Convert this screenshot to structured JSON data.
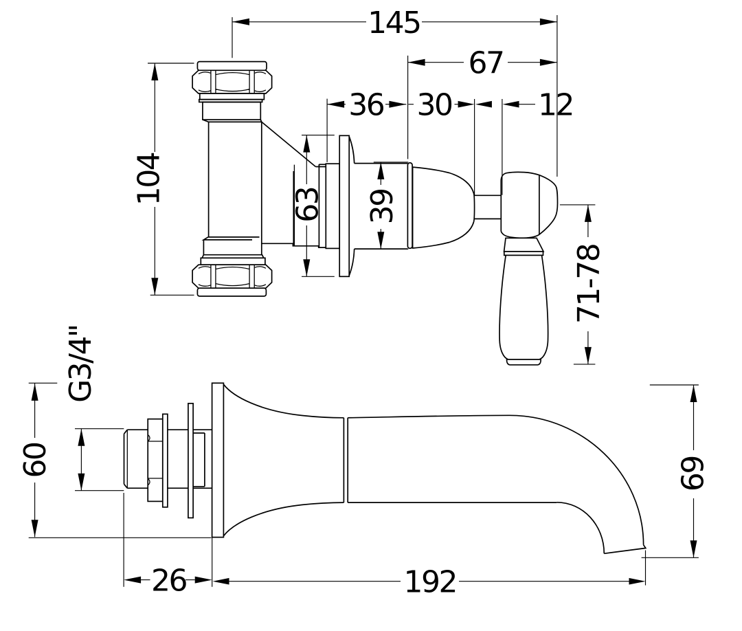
{
  "drawing": {
    "background": "#ffffff",
    "line_color": "#000000",
    "valve": {
      "description": "wall-mounted valve side view",
      "dims": {
        "total_width": "145",
        "handle_projection": "67",
        "flange_depth": "36",
        "cartridge_depth": "30",
        "spindle_depth": "12",
        "tee_height": "104",
        "flange_diameter": "63",
        "body_diameter": "39",
        "handle_length": "71-78"
      }
    },
    "spout": {
      "description": "wall-mounted bath spout side view",
      "dims": {
        "thread_size": "G3/4\"",
        "flange_height": "60",
        "thread_projection": "26",
        "spout_reach": "192",
        "spout_drop": "69"
      }
    }
  }
}
